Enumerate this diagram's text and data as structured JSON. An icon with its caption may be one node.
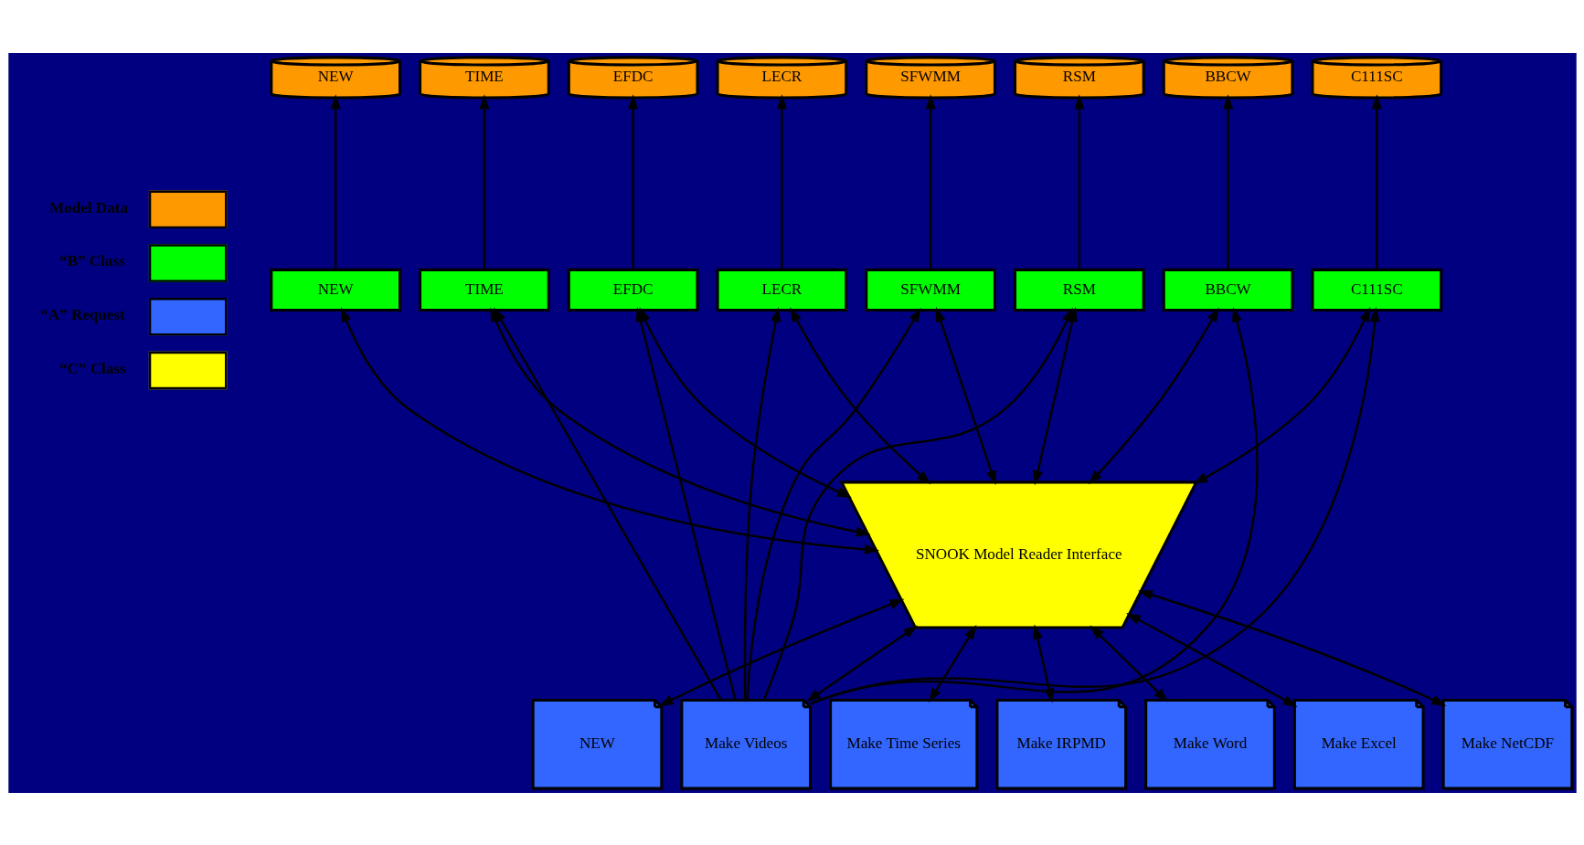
{
  "diagram": {
    "nodes": [
      {
        "text": [
          "NEW"
        ]
      },
      {
        "text": [
          "TIME"
        ]
      },
      {
        "text": [
          "EFDC"
        ]
      },
      {
        "text": [
          "LECR"
        ]
      },
      {
        "text": [
          "SFWMM"
        ]
      },
      {
        "text": [
          "RSM"
        ]
      },
      {
        "text": [
          "BBCW"
        ]
      },
      {
        "text": [
          "C111SC"
        ]
      },
      {
        "text": [
          "NEW"
        ]
      },
      {
        "text": [
          "TIME"
        ]
      },
      {
        "text": [
          "EFDC"
        ]
      },
      {
        "text": [
          "LECR"
        ]
      },
      {
        "text": [
          "SFWMM"
        ]
      },
      {
        "text": [
          "RSM"
        ]
      },
      {
        "text": [
          "BBCW"
        ]
      },
      {
        "text": [
          "C111SC"
        ]
      },
      {
        "text": [
          "SNOOK Model Reader Interface"
        ]
      },
      {
        "text": [
          "NEW"
        ]
      },
      {
        "text": [
          "Make Videos"
        ]
      },
      {
        "text": [
          "Make Time Series"
        ]
      },
      {
        "text": [
          "Make IRPMD"
        ]
      },
      {
        "text": [
          "Make Word"
        ]
      },
      {
        "text": [
          "Make Excel"
        ]
      },
      {
        "text": [
          "Make NetCDF"
        ]
      }
    ],
    "edges": [
      {
        "from": 8,
        "to": 0,
        "arrow": "to"
      },
      {
        "from": 9,
        "to": 1,
        "arrow": "to"
      },
      {
        "from": 10,
        "to": 2,
        "arrow": "to"
      },
      {
        "from": 11,
        "to": 3,
        "arrow": "to"
      },
      {
        "from": 12,
        "to": 4,
        "arrow": "to"
      },
      {
        "from": 13,
        "to": 5,
        "arrow": "to"
      },
      {
        "from": 14,
        "to": 6,
        "arrow": "to"
      },
      {
        "from": 15,
        "to": 7,
        "arrow": "to"
      },
      {
        "from": 16,
        "to": 8,
        "arrow": "both"
      },
      {
        "from": 16,
        "to": 9,
        "arrow": "both"
      },
      {
        "from": 16,
        "to": 10,
        "arrow": "both"
      },
      {
        "from": 16,
        "to": 11,
        "arrow": "both"
      },
      {
        "from": 16,
        "to": 12,
        "arrow": "both"
      },
      {
        "from": 16,
        "to": 13,
        "arrow": "both"
      },
      {
        "from": 16,
        "to": 14,
        "arrow": "both"
      },
      {
        "from": 16,
        "to": 15,
        "arrow": "both"
      },
      {
        "from": 17,
        "to": 16,
        "arrow": "both"
      },
      {
        "from": 18,
        "to": 16,
        "arrow": "both"
      },
      {
        "from": 19,
        "to": 16,
        "arrow": "both"
      },
      {
        "from": 20,
        "to": 16,
        "arrow": "both"
      },
      {
        "from": 21,
        "to": 16,
        "arrow": "both"
      },
      {
        "from": 22,
        "to": 16,
        "arrow": "both"
      },
      {
        "from": 23,
        "to": 16,
        "arrow": "both"
      },
      {
        "from": 18,
        "to": 9,
        "arrow": "to"
      },
      {
        "from": 18,
        "to": 10,
        "arrow": "to"
      },
      {
        "from": 18,
        "to": 11,
        "arrow": "to"
      },
      {
        "from": 18,
        "to": 12,
        "arrow": "to"
      },
      {
        "from": 18,
        "to": 13,
        "arrow": "to"
      },
      {
        "from": 18,
        "to": 14,
        "arrow": "to"
      },
      {
        "from": 18,
        "to": 15,
        "arrow": "to"
      }
    ],
    "legend": [
      {
        "text": "Model Data"
      },
      {
        "text": "“B” Class"
      },
      {
        "text": "“A” Request"
      },
      {
        "text": "“C” Class"
      }
    ]
  }
}
